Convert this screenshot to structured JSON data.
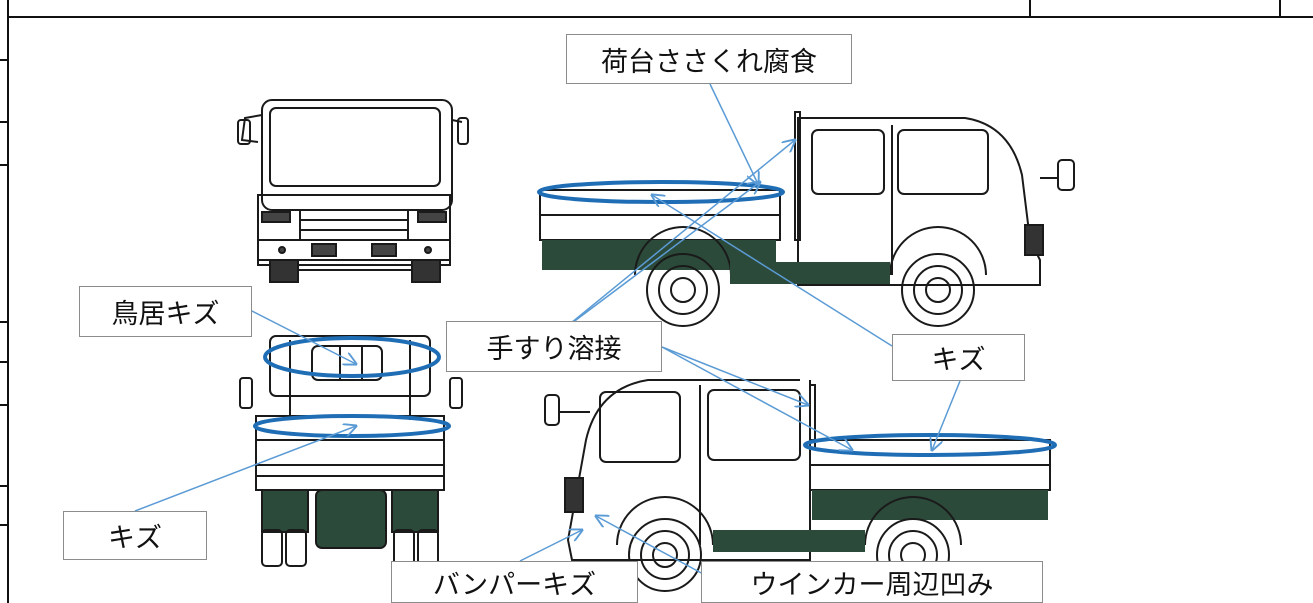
{
  "colors": {
    "ellipse": "#1f6eb5",
    "arrow": "#5b9bd5",
    "truck_line": "#1a1a1a",
    "truck_shadow": "#2c4a3a",
    "label_border": "#8c8c8c"
  },
  "labels": {
    "cargo_bed_corrosion": "荷台ささくれ腐食",
    "gate_frame_scratch": "鳥居キズ",
    "handrail_welding": "手すり溶接",
    "scratch_right": "キズ",
    "scratch_left": "キズ",
    "bumper_scratch": "バンパーキズ",
    "turn_signal_dent": "ウインカー周辺凹み"
  },
  "views": [
    "front-view",
    "rear-view",
    "left-side-view",
    "right-side-view"
  ]
}
